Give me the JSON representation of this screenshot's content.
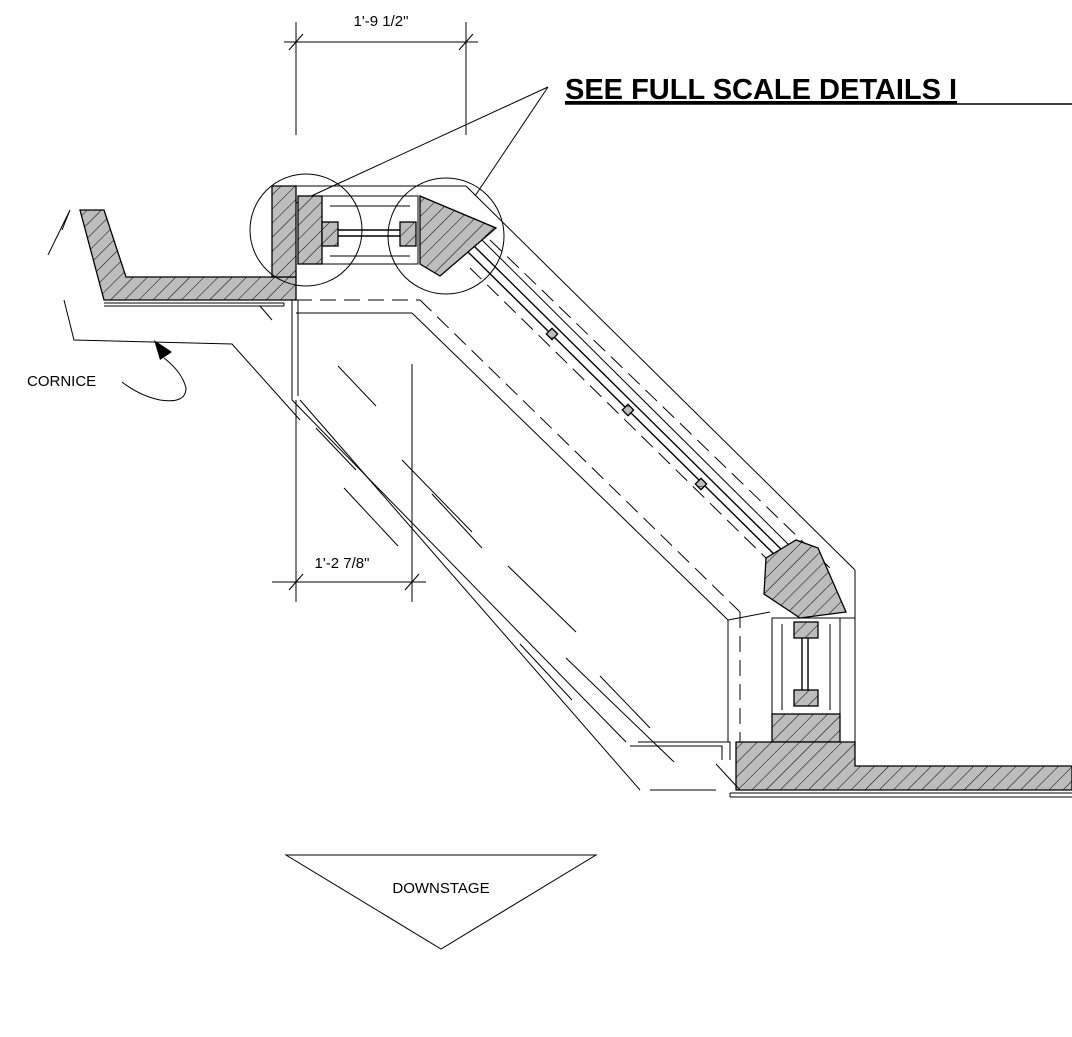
{
  "labels": {
    "title": "SEE FULL SCALE DETAILS I",
    "dim_top": "1'-9 1/2\"",
    "dim_bottom": "1'-2 7/8\"",
    "cornice": "CORNICE",
    "downstage": "DOWNSTAGE"
  },
  "colors": {
    "line": "#000000",
    "section_fill": "#bdbdbd",
    "background": "#ffffff"
  }
}
